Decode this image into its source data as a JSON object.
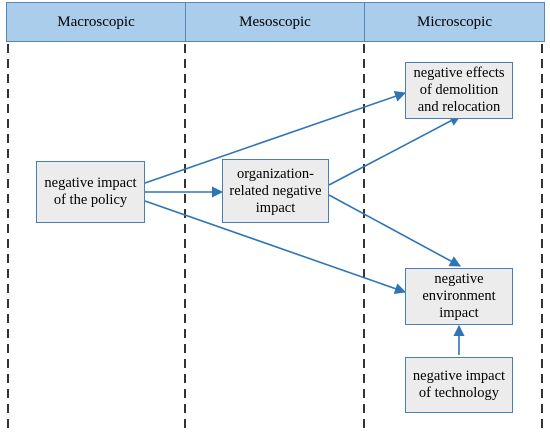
{
  "columns": [
    {
      "id": "macro",
      "label": "Macroscopic"
    },
    {
      "id": "meso",
      "label": "Mesoscopic"
    },
    {
      "id": "micro",
      "label": "Microscopic"
    }
  ],
  "nodes": {
    "policy": "negative impact\nof the policy",
    "org": "organization-\nrelated negative\nimpact",
    "demolition": "negative effects\nof demolition\nand relocation",
    "environment": "negative\nenvironment\nimpact",
    "technology": "negative impact\nof technology"
  },
  "colors": {
    "header_fill": "#a9cdea",
    "arrow": "#2e75b6",
    "box_fill": "#ececec"
  }
}
